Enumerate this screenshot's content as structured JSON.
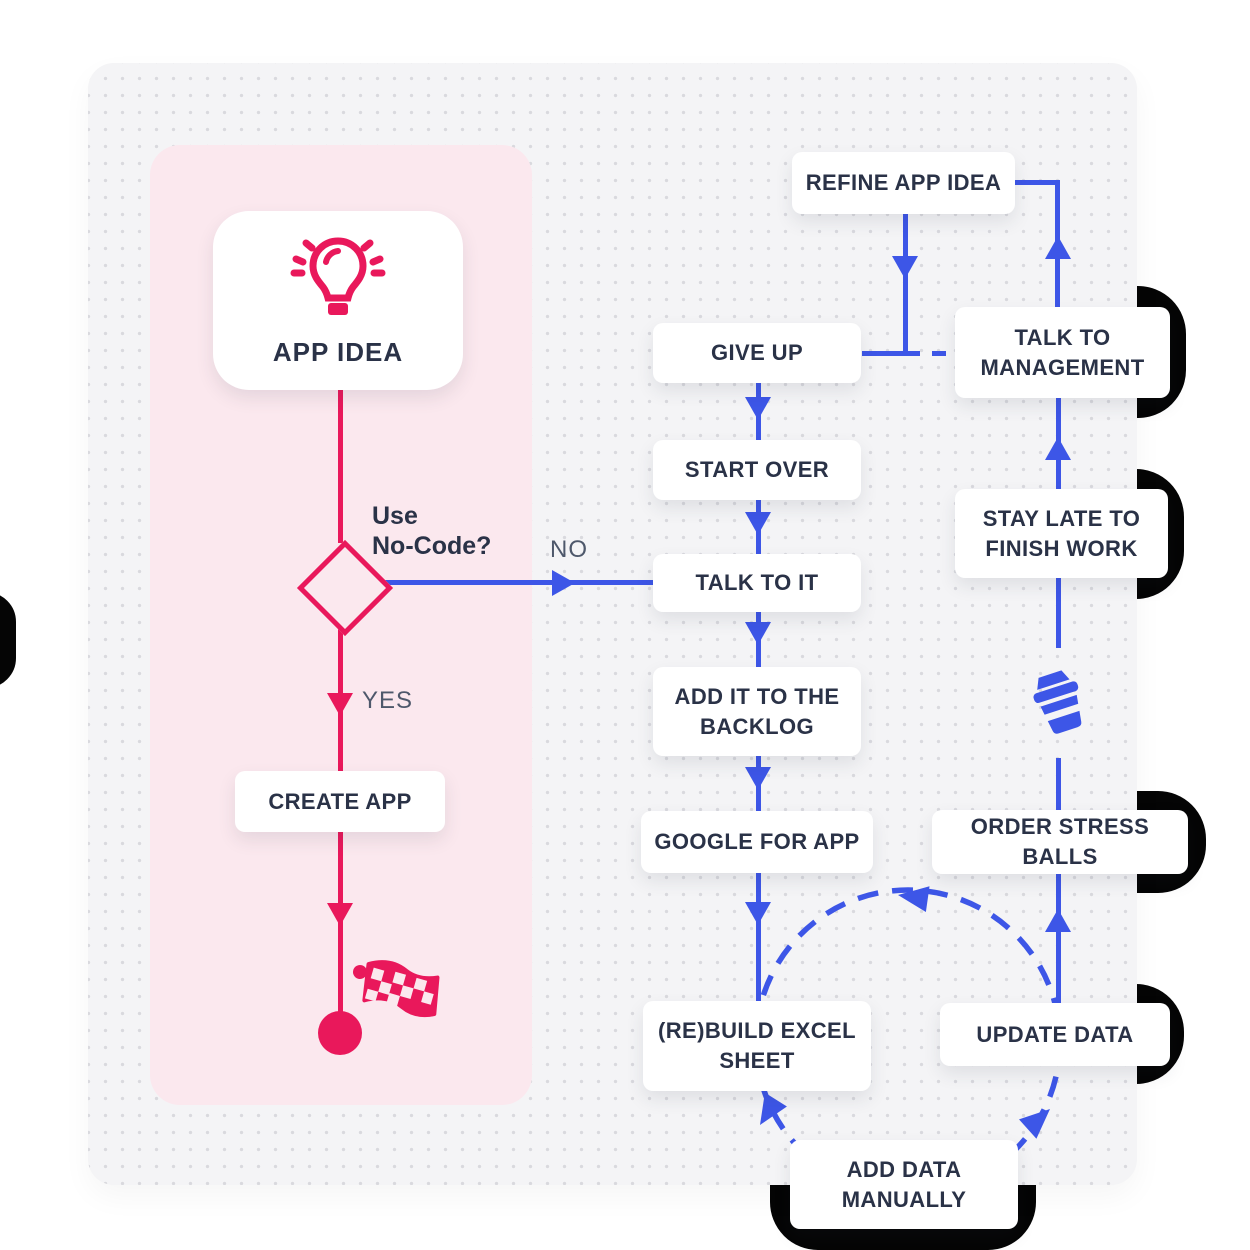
{
  "diagram_title": "no-code vs traditional app flowchart",
  "colors": {
    "accent_pink": "#E9185B",
    "accent_blue": "#3D56E7",
    "text_navy": "#2A3247",
    "muted_label": "#4E586B",
    "pink_panel": "#FBE8EE",
    "canvas_gray": "#F4F4F6",
    "ring_black": "#050505"
  },
  "nodes": {
    "app_idea": "APP IDEA",
    "create_app": "CREATE APP",
    "refine_app_idea": "REFINE APP IDEA",
    "give_up": "GIVE UP",
    "start_over": "START OVER",
    "talk_to_it": "TALK TO IT",
    "add_it_to_the_backlog": "ADD IT TO THE BACKLOG",
    "google_for_app": "GOOGLE FOR APP",
    "rebuild_excel_sheet": "(RE)BUILD EXCEL SHEET",
    "add_data_manually": "ADD DATA MANUALLY",
    "update_data": "UPDATE DATA",
    "order_stress_balls": "ORDER STRESS BALLS",
    "stay_late_to_finish_work": "STAY LATE TO FINISH WORK",
    "talk_to_management": "TALK TO MANAGEMENT"
  },
  "decision": {
    "question": "Use\nNo-Code?",
    "yes_label": "YES",
    "no_label": "NO"
  },
  "icons": {
    "start": "lightbulb-icon",
    "finish": "checkered-flag-icon",
    "break": "coffee-cup-icon"
  }
}
